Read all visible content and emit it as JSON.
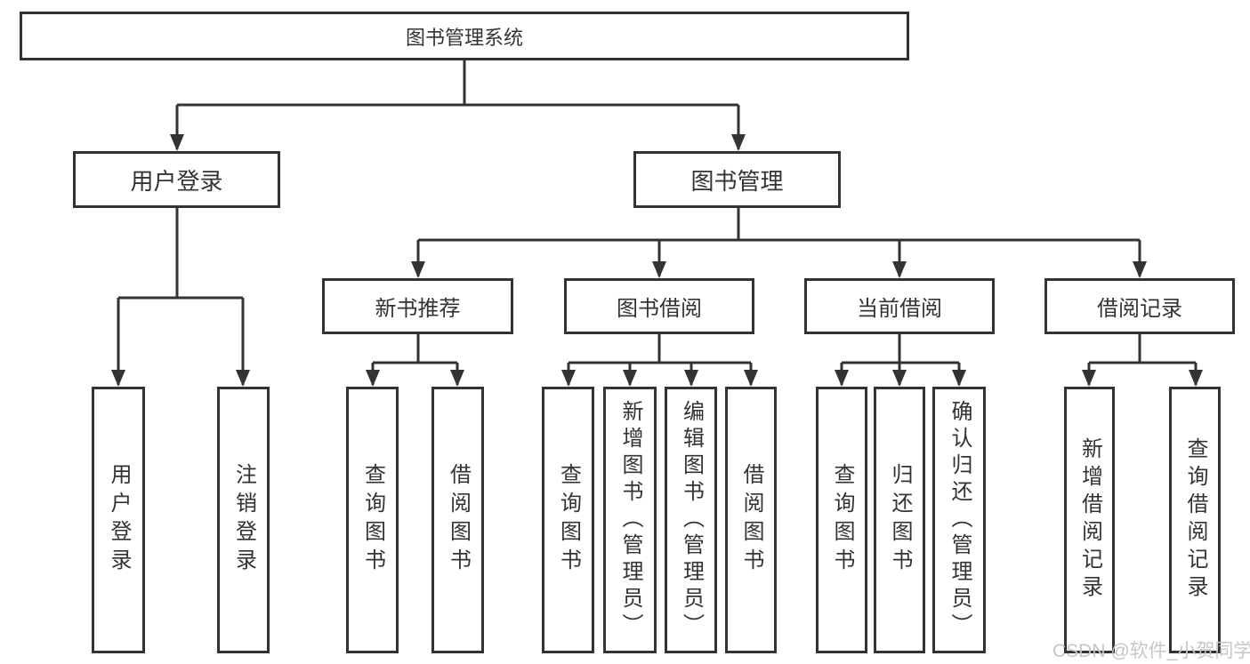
{
  "diagram": {
    "root": {
      "label": "图书管理系统"
    },
    "level2": {
      "user_login": {
        "label": "用户登录"
      },
      "book_management": {
        "label": "图书管理"
      }
    },
    "level3": {
      "new_books": {
        "label": "新书推荐"
      },
      "book_borrow": {
        "label": "图书借阅"
      },
      "current_borrow": {
        "label": "当前借阅"
      },
      "borrow_records": {
        "label": "借阅记录"
      }
    },
    "leaves": {
      "user_login": [
        "用户登录",
        "注销登录"
      ],
      "new_books": [
        "查询图书",
        "借阅图书"
      ],
      "book_borrow": [
        "查询图书",
        "新增图书（管理员）",
        "编辑图书（管理员）",
        "借阅图书"
      ],
      "current_borrow": [
        "查询图书",
        "归还图书",
        "确认归还（管理员）"
      ],
      "borrow_records": [
        "新增借阅记录",
        "查询借阅记录"
      ]
    },
    "colors": {
      "line": "#333333",
      "text": "#333333",
      "box_background": "#ffffff",
      "page_background": "#ffffff",
      "watermark": "#c6c6c6"
    }
  },
  "watermark": {
    "text": "CSDN @软件_小贺同学"
  }
}
